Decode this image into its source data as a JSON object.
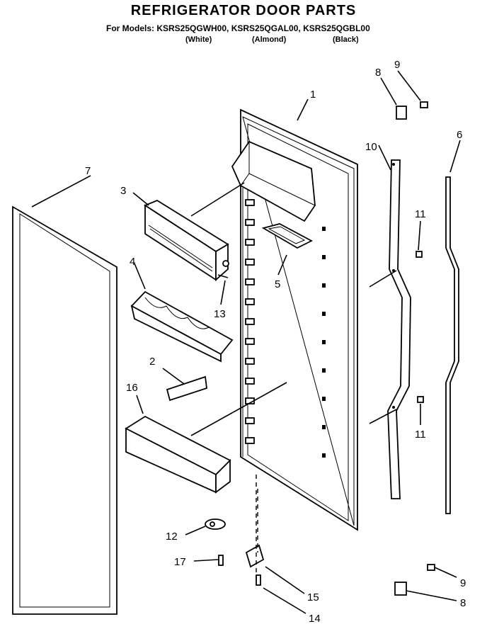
{
  "header": {
    "title": "REFRIGERATOR DOOR PARTS",
    "models": "For Models: KSRS25QGWH00, KSRS25QGAL00, KSRS25QGBL00",
    "variants": [
      "(White)",
      "(Almond)",
      "(Black)"
    ]
  },
  "callouts": {
    "p1": "1",
    "p2": "2",
    "p3": "3",
    "p4": "4",
    "p5": "5",
    "p6": "6",
    "p7": "7",
    "p8a": "8",
    "p8b": "8",
    "p9a": "9",
    "p9b": "9",
    "p10": "10",
    "p11a": "11",
    "p11b": "11",
    "p12": "12",
    "p13": "13",
    "p14": "14",
    "p15": "15",
    "p16": "16",
    "p17": "17"
  }
}
